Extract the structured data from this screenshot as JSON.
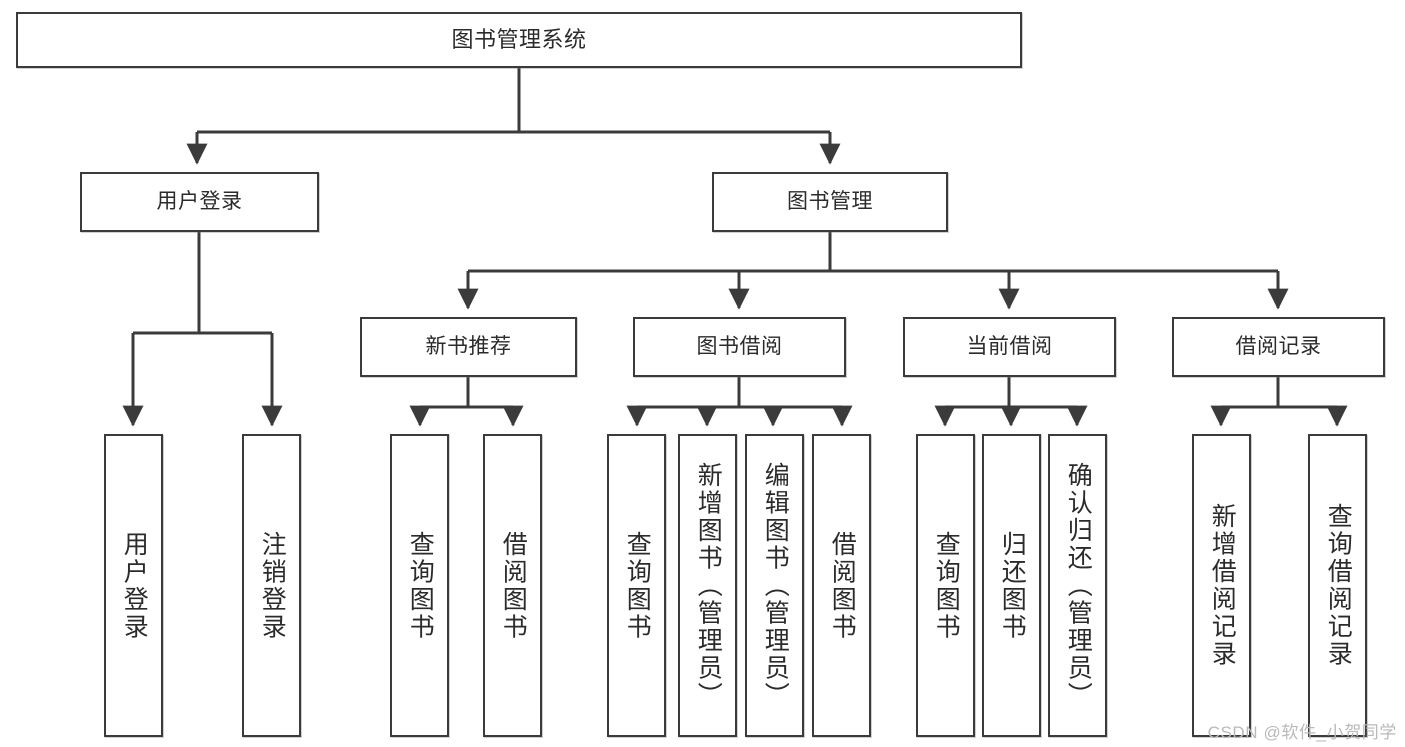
{
  "diagram": {
    "title": "图书管理系统",
    "watermark": "CSDN @软件_小贺同学",
    "colors": {
      "background": "#ffffff",
      "line": "#3b3b3b",
      "box_fill": "#ffffff",
      "text": "#2b2b2b",
      "watermark": "#b9b9b9"
    },
    "nodes": {
      "root": {
        "label": "图书管理系统"
      },
      "level2": [
        {
          "label": "用户登录"
        },
        {
          "label": "图书管理"
        }
      ],
      "level3": [
        {
          "label": "新书推荐"
        },
        {
          "label": "图书借阅"
        },
        {
          "label": "当前借阅"
        },
        {
          "label": "借阅记录"
        }
      ],
      "leaves": {
        "user_login": [
          {
            "label": "用户登录"
          },
          {
            "label": "注销登录"
          }
        ],
        "new_book": [
          {
            "label": "查询图书"
          },
          {
            "label": "借阅图书"
          }
        ],
        "borrow_book": [
          {
            "label": "查询图书"
          },
          {
            "label": "新增图书（管理员）"
          },
          {
            "label": "编辑图书（管理员）"
          },
          {
            "label": "借阅图书"
          }
        ],
        "current_borrow": [
          {
            "label": "查询图书"
          },
          {
            "label": "归还图书"
          },
          {
            "label": "确认归还（管理员）"
          }
        ],
        "borrow_record": [
          {
            "label": "新增借阅记录"
          },
          {
            "label": "查询借阅记录"
          }
        ]
      }
    }
  }
}
